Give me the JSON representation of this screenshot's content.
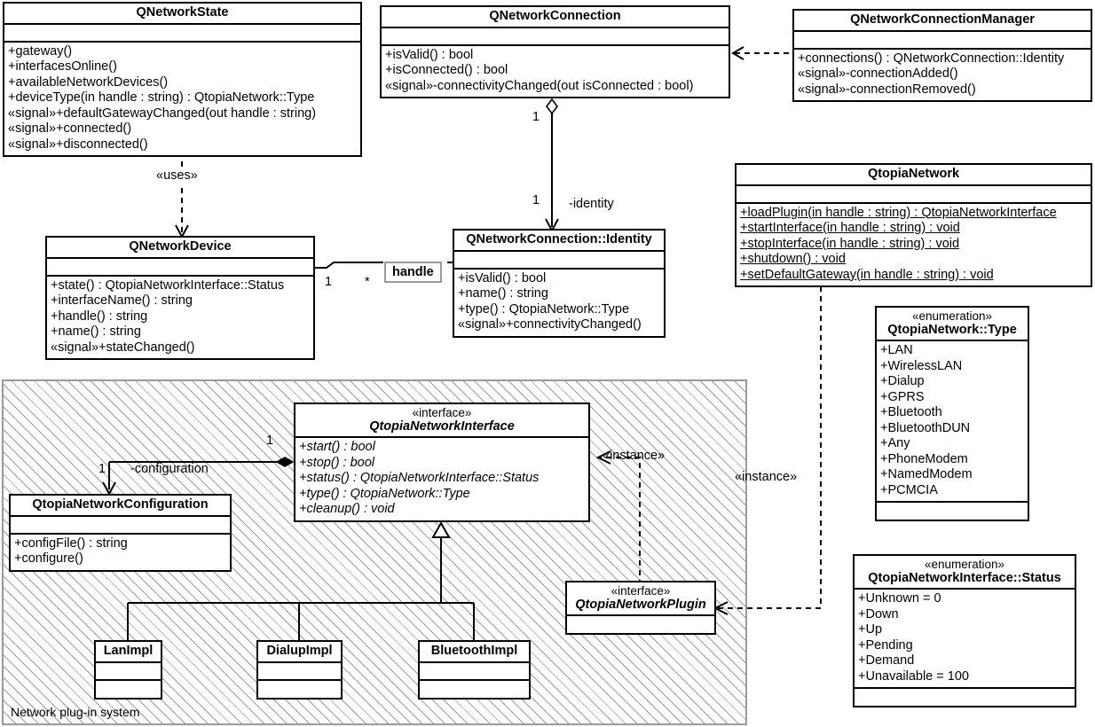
{
  "diagram": {
    "package": {
      "label": "Network plug-in system"
    },
    "classes": {
      "qnetworkstate": {
        "name": "QNetworkState",
        "operations": [
          "+gateway()",
          "+interfacesOnline()",
          "+availableNetworkDevices()",
          "+deviceType(in handle : string) : QtopiaNetwork::Type",
          "«signal»+defaultGatewayChanged(out handle : string)",
          "«signal»+connected()",
          "«signal»+disconnected()"
        ]
      },
      "qnetworkconnection": {
        "name": "QNetworkConnection",
        "operations": [
          "+isValid() : bool",
          "+isConnected() : bool",
          "«signal»-connectivityChanged(out isConnected : bool)"
        ]
      },
      "qnetworkconnectionmanager": {
        "name": "QNetworkConnectionManager",
        "operations": [
          "+connections() : QNetworkConnection::Identity",
          "«signal»-connectionAdded()",
          "«signal»-connectionRemoved()"
        ]
      },
      "qtopianetwork": {
        "name": "QtopiaNetwork",
        "operations": [
          "+loadPlugin(in handle : string) : QtopiaNetworkInterface",
          "+startInterface(in handle : string) : void",
          "+stopInterface(in handle : string) : void",
          "+shutdown() : void",
          "+setDefaultGateway(in handle : string) : void"
        ]
      },
      "qnetworkdevice": {
        "name": "QNetworkDevice",
        "operations": [
          "+state() : QtopiaNetworkInterface::Status",
          "+interfaceName() : string",
          "+handle() : string",
          "+name() : string",
          "«signal»+stateChanged()"
        ]
      },
      "identity": {
        "name": "QNetworkConnection::Identity",
        "operations": [
          "+isValid() : bool",
          "+name() : string",
          "+type() : QtopiaNetwork::Type",
          "«signal»+connectivityChanged()"
        ]
      },
      "typeenum": {
        "stereotype": "«enumeration»",
        "name": "QtopiaNetwork::Type",
        "literals": [
          "+LAN",
          "+WirelessLAN",
          "+Dialup",
          "+GPRS",
          "+Bluetooth",
          "+BluetoothDUN",
          "+Any",
          "+PhoneModem",
          "+NamedModem",
          "+PCMCIA"
        ]
      },
      "statusenum": {
        "stereotype": "«enumeration»",
        "name": "QtopiaNetworkInterface::Status",
        "literals": [
          "+Unknown = 0",
          "+Down",
          "+Up",
          "+Pending",
          "+Demand",
          "+Unavailable = 100"
        ]
      },
      "qtopianetworkinterface": {
        "stereotype": "«interface»",
        "name": "QtopiaNetworkInterface",
        "operations": [
          "+start() : bool",
          "+stop() : bool",
          "+status() : QtopiaNetworkInterface::Status",
          "+type() : QtopiaNetwork::Type",
          "+cleanup() : void"
        ]
      },
      "qtopianetworkconfiguration": {
        "name": "QtopiaNetworkConfiguration",
        "operations": [
          "+configFile() : string",
          "+configure()"
        ]
      },
      "qtopianetworkplugin": {
        "stereotype": "«interface»",
        "name": "QtopiaNetworkPlugin"
      },
      "lanimpl": {
        "name": "LanImpl"
      },
      "dialupimpl": {
        "name": "DialupImpl"
      },
      "bluetoothimpl": {
        "name": "BluetoothImpl"
      }
    },
    "connector_labels": {
      "uses": "«uses»",
      "handle": "handle",
      "identity_role": "-identity",
      "configuration_role": "-configuration",
      "instance_left": "«instance»",
      "instance_right": "«instance»",
      "mult_conn_top": "1",
      "mult_conn_bottom": "1",
      "mult_device": "1",
      "mult_identity_star": "*",
      "mult_iface": "1",
      "mult_config": "1"
    }
  }
}
